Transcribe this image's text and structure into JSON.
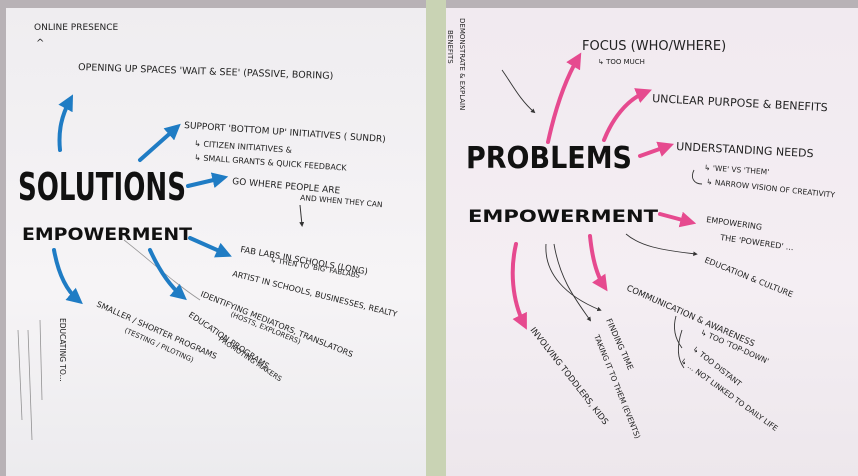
{
  "left_sheet": {
    "online_presence": "ONLINE PRESENCE",
    "opening": "OPENING UP SPACES 'WAIT & SEE' (PASSIVE, BORING)",
    "solutions": "SOLUTIONS",
    "empowerment": "EMPOWERMENT",
    "support": "SUPPORT 'BOTTOM UP' INITIATIVES ( SUNDR)",
    "citizen": "↳ CITIZEN INITIATIVES &",
    "grants": "↳ SMALL GRANTS & QUICK FEEDBACK",
    "go_where_1": "GO WHERE PEOPLE ARE",
    "go_where_2": "AND WHEN THEY CAN",
    "fablabs_1": "FAB LABS IN SCHOOLS (LONG)",
    "fablabs_2": "↳ THEN TO 'BIG' FABLABS",
    "artist": "ARTIST IN SCHOOLS, BUSINESSES, REALTY",
    "identifying_1": "IDENTIFYING MEDIATORS, TRANSLATORS",
    "identifying_2": "(HOSTS, EXPLORERS)",
    "education_1": "EDUCATION PROGRAMS",
    "education_2": "PROMOTING MAKERS",
    "smaller_1": "SMALLER / SHORTER PROGRAMS",
    "smaller_2": "(TESTING / PILOTING)",
    "educating": "EDUCATING TO..."
  },
  "right_sheet": {
    "demonstrate_1": "DEMONSTRATE & EXPLAIN",
    "demonstrate_2": "BENEFITS",
    "focus": "FOCUS (WHO/WHERE)",
    "too_much": "↳ TOO MUCH",
    "unclear": "UNCLEAR PURPOSE & BENEFITS",
    "problems": "PROBLEMS",
    "understanding": "UNDERSTANDING NEEDS",
    "we_vs": "↳ 'WE' VS 'THEM'",
    "narrow": "↳ NARROW VISION OF CREATIVITY",
    "empowerment": "EMPOWERMENT",
    "empowering_1": "EMPOWERING",
    "empowering_2": "THE 'POWERED' ...",
    "education_culture": "EDUCATION & CULTURE",
    "communication": "COMMUNICATION & AWARENESS",
    "top_down": "↳ TOO 'TOP-DOWN'",
    "too_distant": "↳ TOO DISTANT",
    "not_linked": "↳ ... NOT LINKED TO DAILY LIFE",
    "finding_time": "FINDING TIME",
    "taking_it": "TAKING IT TO THEM (EVENTS)",
    "involving": "INVOLVING TODDLERS, KIDS"
  },
  "colors": {
    "blue_arrow": "#1f7cc4",
    "pink_arrow": "#e64a8f",
    "ink": "#1a1a1a"
  }
}
